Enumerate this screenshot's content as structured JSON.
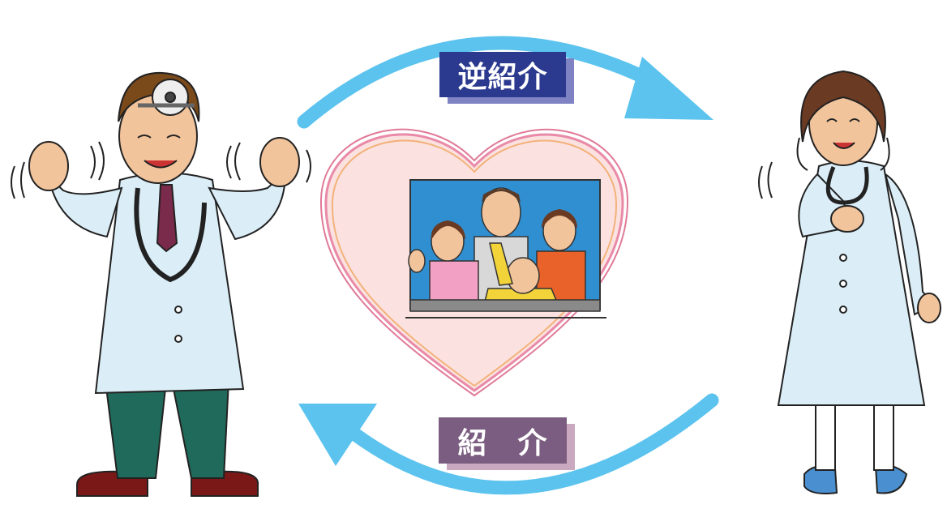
{
  "labels": {
    "reverse_referral": "逆紹介",
    "referral": "紹　介"
  },
  "figures": {
    "left": "male-doctor",
    "right": "female-doctor",
    "center": "family-in-heart"
  },
  "colors": {
    "arrow": "#5bc3ee",
    "reverse_label_bg": "#2b3a8f",
    "referral_label_bg": "#7a5d80",
    "heart_fill": "#fbe2e0",
    "heart_stroke": "#e98aa8",
    "coat": "#dbeef8",
    "sky": "#2f8fd0"
  }
}
